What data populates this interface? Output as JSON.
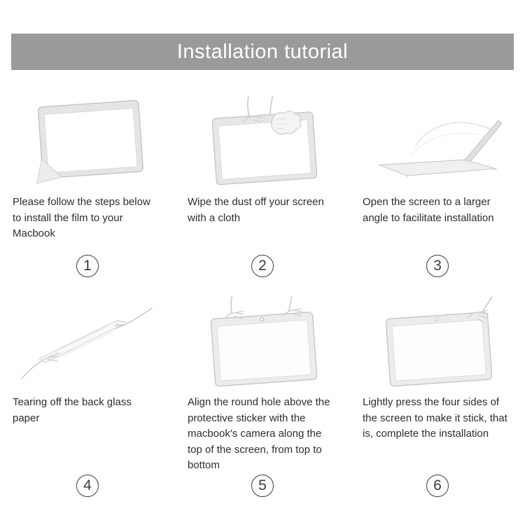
{
  "header": {
    "title": "Installation tutorial",
    "banner_color": "#9a9a9a",
    "text_color": "#ffffff"
  },
  "steps": [
    {
      "number": "1",
      "caption": "Please follow the steps below to install the film to your Macbook",
      "illustration": "film-corner-peel-illustration"
    },
    {
      "number": "2",
      "caption": "Wipe the dust off your screen with a cloth",
      "illustration": "wipe-screen-cloth-illustration"
    },
    {
      "number": "3",
      "caption": "Open the screen to a larger angle to facilitate installation",
      "illustration": "open-laptop-angle-illustration"
    },
    {
      "number": "4",
      "caption": "Tearing off the back glass paper",
      "illustration": "tear-back-paper-illustration"
    },
    {
      "number": "5",
      "caption": "Align the round hole above the protective sticker with the macbook's camera along the top of the screen, from top to bottom",
      "illustration": "align-camera-hole-illustration"
    },
    {
      "number": "6",
      "caption": "Lightly press the four sides of the screen to make it stick, that is, complete the installation",
      "illustration": "press-four-sides-illustration"
    }
  ],
  "colors": {
    "sketch_stroke": "#cfcfcf",
    "bezel_fill": "#e6e6e6",
    "circle_border": "#3c3c3c"
  }
}
